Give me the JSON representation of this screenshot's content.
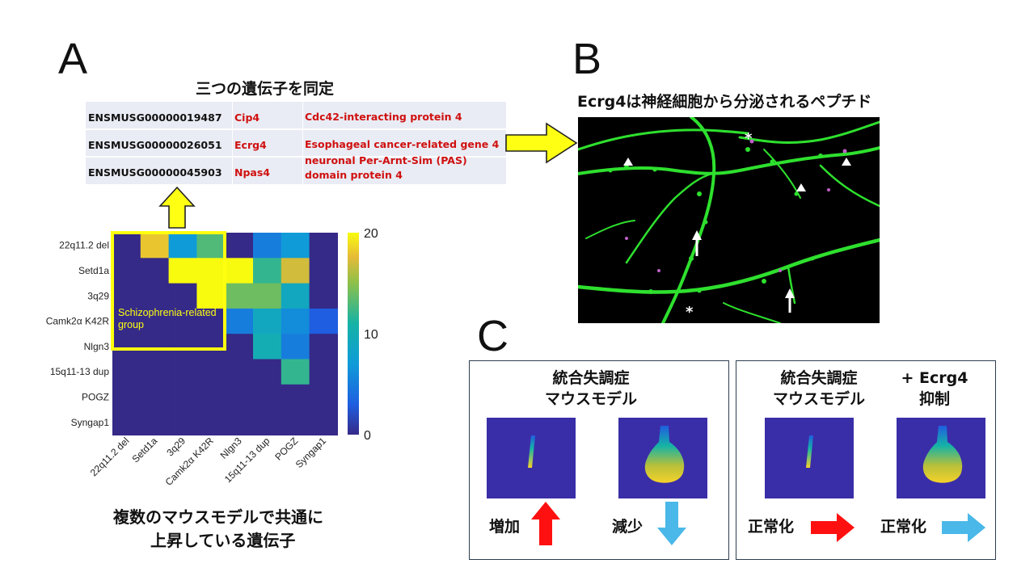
{
  "panel_a": {
    "letter": "A",
    "table_title": "三つの遺伝子を同定",
    "genes": [
      {
        "id": "ENSMUSG00000019487",
        "symbol": "Cip4",
        "description": "Cdc42-interacting protein 4"
      },
      {
        "id": "ENSMUSG00000026051",
        "symbol": "Ecrg4",
        "description": "Esophageal cancer-related gene 4"
      },
      {
        "id": "ENSMUSG00000045903",
        "symbol": "Npas4",
        "description": "neuronal Per-Arnt-Sim (PAS) domain protein 4"
      }
    ],
    "group_label": "Schizophrenia-related group",
    "caption_line1": "複数のマウスモデルで共通に",
    "caption_line2": "上昇している遺伝子"
  },
  "chart_data": {
    "type": "heatmap",
    "rows": [
      "22q11.2 del",
      "Setd1a",
      "3q29",
      "Camk2α K42R",
      "Nlgn3",
      "15q11-13 dup",
      "POGZ",
      "Syngap1"
    ],
    "columns": [
      "22q11.2 del",
      "Setd1a",
      "3q29",
      "Camk2α K42R",
      "Nlgn3",
      "15q11-13 dup",
      "POGZ",
      "Syngap1"
    ],
    "values": [
      [
        0,
        18,
        7,
        13,
        0,
        5,
        7,
        0
      ],
      [
        0,
        0,
        20,
        20,
        20,
        12,
        17,
        0
      ],
      [
        0,
        0,
        0,
        20,
        14,
        14,
        9,
        0
      ],
      [
        0,
        0,
        0,
        0,
        5,
        9,
        6,
        3
      ],
      [
        0,
        0,
        0,
        0,
        0,
        10,
        5,
        0
      ],
      [
        0,
        0,
        0,
        0,
        0,
        0,
        12,
        0
      ],
      [
        0,
        0,
        0,
        0,
        0,
        0,
        0,
        0
      ],
      [
        0,
        0,
        0,
        0,
        0,
        0,
        0,
        0
      ]
    ],
    "colorbar_ticks": [
      "20",
      "10",
      "0"
    ],
    "colorbar_range": [
      0,
      20
    ],
    "colormap": "parula"
  },
  "panel_b": {
    "letter": "B",
    "title": "Ecrg4は神経細胞から分泌されるペプチド",
    "background_color": "#000000",
    "neurite_color": "#2ee02e",
    "puncta_color": "#c060c8"
  },
  "panel_c": {
    "letter": "C",
    "box1": {
      "caption_line1": "統合失調症",
      "caption_line2": "マウスモデル",
      "label_left": "増加",
      "label_right": "減少"
    },
    "box2": {
      "caption_line1": "統合失調症",
      "caption_line2": "マウスモデル",
      "caption_right_line1": "+ Ecrg4",
      "caption_right_line2": "抑制",
      "label_left": "正常化",
      "label_right": "正常化"
    },
    "colors": {
      "up_arrow": "#ff1010",
      "down_arrow": "#4ab8e8",
      "mini_bg": "#3a2ea8"
    }
  }
}
